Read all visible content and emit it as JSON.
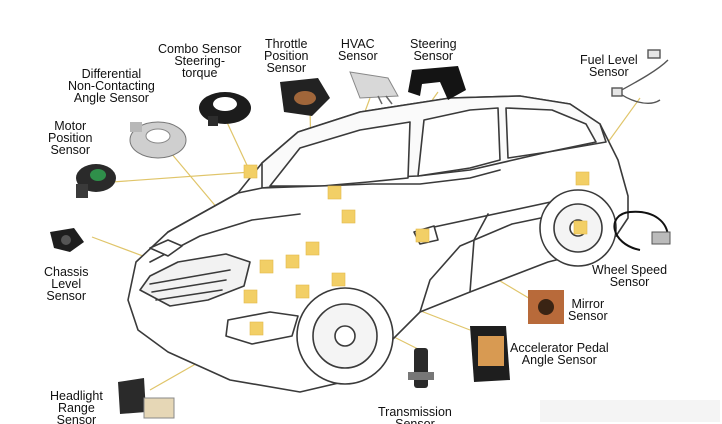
{
  "labels": {
    "combo": "Combo Sensor\nSteering-\ntorque",
    "throttle": "Throttle\nPosition\nSensor",
    "hvac": "HVAC\nSensor",
    "steering": "Steering\nSensor",
    "fuel": "Fuel Level\nSensor",
    "differential": "Differential\nNon-Contacting\nAngle Sensor",
    "motor": "Motor\nPosition\nSensor",
    "chassis": "Chassis\nLevel\nSensor",
    "wheel": "Wheel Speed\nSensor",
    "mirror": "Mirror\nSensor",
    "pedal": "Accelerator Pedal\nAngle Sensor",
    "headlight": "Headlight\nRange\nSensor",
    "transmission": "Transmission\nSensor"
  },
  "colors": {
    "marker": "#f2cf66",
    "leader": "#e0c56a",
    "car_outline": "#3a3a3a"
  },
  "icons": [
    "combo-sensor-icon",
    "throttle-sensor-icon",
    "hvac-sensor-icon",
    "steering-sensor-icon",
    "fuel-level-sensor-icon",
    "differential-sensor-icon",
    "motor-position-sensor-icon",
    "chassis-level-sensor-icon",
    "wheel-speed-sensor-icon",
    "mirror-sensor-icon",
    "accelerator-pedal-sensor-icon",
    "headlight-range-sensor-icon",
    "transmission-sensor-icon"
  ]
}
